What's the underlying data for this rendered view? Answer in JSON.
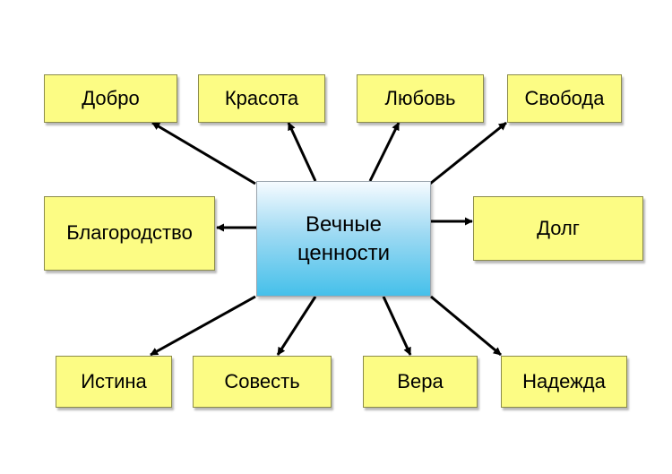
{
  "center": {
    "label": "Вечные\nценности"
  },
  "nodes": {
    "dobro": "Добро",
    "krasota": "Красота",
    "lyubov": "Любовь",
    "svoboda": "Свобода",
    "blagorodstvo": "Благородство",
    "dolg": "Долг",
    "istina": "Истина",
    "sovest": "Совесть",
    "vera": "Вера",
    "nadezhda": "Надежда"
  },
  "colors": {
    "node_fill": "#fcfc84",
    "center_top": "#f6fbff",
    "center_bottom": "#45c0ea",
    "arrow": "#000000"
  }
}
